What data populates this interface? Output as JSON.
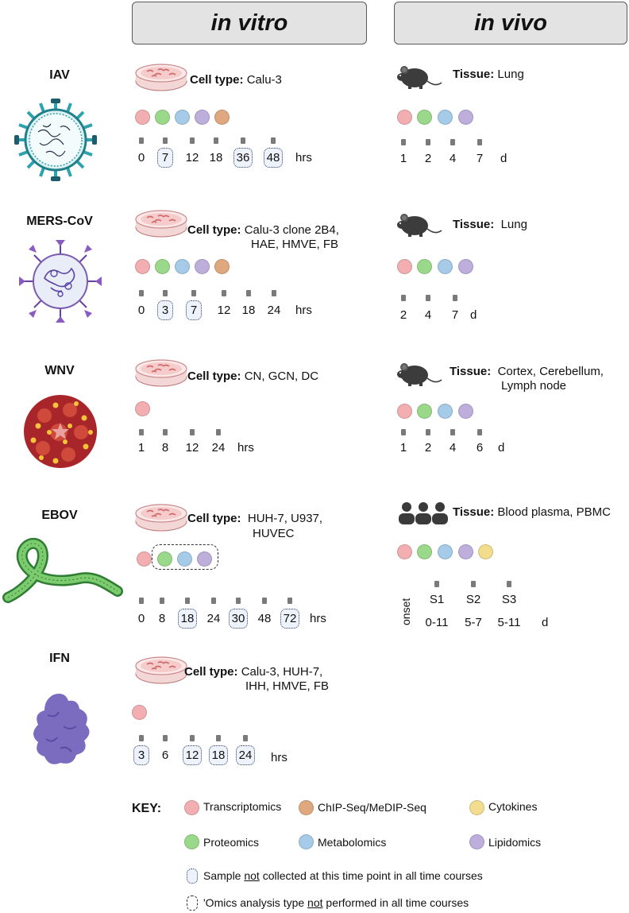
{
  "headers": {
    "in_vitro": "in vitro",
    "in_vivo": "in vivo"
  },
  "rows": [
    {
      "virus": "IAV",
      "vitro": {
        "cell_label": "Cell type:",
        "cell_value": "Calu-3",
        "omics": [
          "transcriptomics",
          "proteomics",
          "metabolomics",
          "lipidomics",
          "chipseq"
        ],
        "times": [
          "0",
          "7",
          "12",
          "18",
          "36",
          "48"
        ],
        "boxed": [
          1,
          4,
          5
        ],
        "unit": "hrs"
      },
      "vivo": {
        "tissue_label": "Tissue:",
        "tissue_value": "Lung",
        "omics": [
          "transcriptomics",
          "proteomics",
          "metabolomics",
          "lipidomics"
        ],
        "times": [
          "1",
          "2",
          "4",
          "7"
        ],
        "unit": "d"
      }
    },
    {
      "virus": "MERS-CoV",
      "vitro": {
        "cell_label": "Cell type:",
        "cell_value_1": "Calu-3 clone 2B4,",
        "cell_value_2": "HAE, HMVE, FB",
        "omics": [
          "transcriptomics",
          "proteomics",
          "metabolomics",
          "lipidomics",
          "chipseq"
        ],
        "times": [
          "0",
          "3",
          "7",
          "12",
          "18",
          "24"
        ],
        "boxed": [
          1,
          2
        ],
        "unit": "hrs"
      },
      "vivo": {
        "tissue_label": "Tissue:",
        "tissue_value": "Lung",
        "omics": [
          "transcriptomics",
          "proteomics",
          "metabolomics",
          "lipidomics"
        ],
        "times": [
          "2",
          "4",
          "7"
        ],
        "unit": "d"
      }
    },
    {
      "virus": "WNV",
      "vitro": {
        "cell_label": "Cell type:",
        "cell_value": "CN, GCN, DC",
        "omics": [
          "transcriptomics"
        ],
        "times": [
          "1",
          "8",
          "12",
          "24"
        ],
        "unit": "hrs"
      },
      "vivo": {
        "tissue_label": "Tissue:",
        "tissue_value_1": "Cortex, Cerebellum,",
        "tissue_value_2": "Lymph node",
        "omics": [
          "transcriptomics",
          "proteomics",
          "metabolomics",
          "lipidomics"
        ],
        "times": [
          "1",
          "2",
          "4",
          "6"
        ],
        "unit": "d"
      }
    },
    {
      "virus": "EBOV",
      "vitro": {
        "cell_label": "Cell type:",
        "cell_value_1": "HUH-7, U937,",
        "cell_value_2": "HUVEC",
        "omics": [
          "transcriptomics",
          "proteomics",
          "metabolomics",
          "lipidomics"
        ],
        "times": [
          "0",
          "8",
          "18",
          "24",
          "30",
          "48",
          "72"
        ],
        "boxed": [
          2,
          4,
          6
        ],
        "unit": "hrs"
      },
      "vivo": {
        "tissue_label": "Tissue:",
        "tissue_value": "Blood plasma, PBMC",
        "omics": [
          "transcriptomics",
          "proteomics",
          "metabolomics",
          "lipidomics",
          "cytokines"
        ],
        "onset": "onset",
        "stages": [
          "S1",
          "S2",
          "S3"
        ],
        "ranges": [
          "0-11",
          "5-7",
          "5-11"
        ],
        "unit": "d"
      }
    },
    {
      "virus": "IFN",
      "vitro": {
        "cell_label": "Cell type:",
        "cell_value_1": "Calu-3, HUH-7,",
        "cell_value_2": "IHH, HMVE, FB",
        "omics": [
          "transcriptomics"
        ],
        "times": [
          "3",
          "6",
          "12",
          "18",
          "24"
        ],
        "boxed": [
          0,
          2,
          3,
          4
        ],
        "unit": "hrs"
      }
    }
  ],
  "key": {
    "title": "KEY:",
    "transcriptomics": "Transcriptomics",
    "chipseq": "ChIP-Seq/MeDIP-Seq",
    "cytokines": "Cytokines",
    "proteomics": "Proteomics",
    "metabolomics": "Metabolomics",
    "lipidomics": "Lipidomics",
    "note_sample_pre": "Sample ",
    "note_sample_not": "not",
    "note_sample_post": " collected at this time point in all time courses",
    "note_omics_pre": "'Omics analysis type ",
    "note_omics_not": "not",
    "note_omics_post": " performed in all time courses"
  },
  "colors": {
    "transcriptomics": "#f2aeb0",
    "proteomics": "#9bd98a",
    "metabolomics": "#a5cbe8",
    "lipidomics": "#bdaedc",
    "chipseq": "#dfa87e",
    "cytokines": "#f2dc8e",
    "influenza": "#2fa3ad",
    "mers": "#8a5cc0",
    "wnv": "#b22d2d",
    "ebov": "#4faa44",
    "ifn": "#7b6cc0"
  },
  "icons": [
    "petri-dish-icon",
    "mouse-icon",
    "people-icon",
    "iav-virion-icon",
    "mers-virion-icon",
    "wnv-virion-icon",
    "ebov-filament-icon",
    "ifn-protein-icon"
  ]
}
